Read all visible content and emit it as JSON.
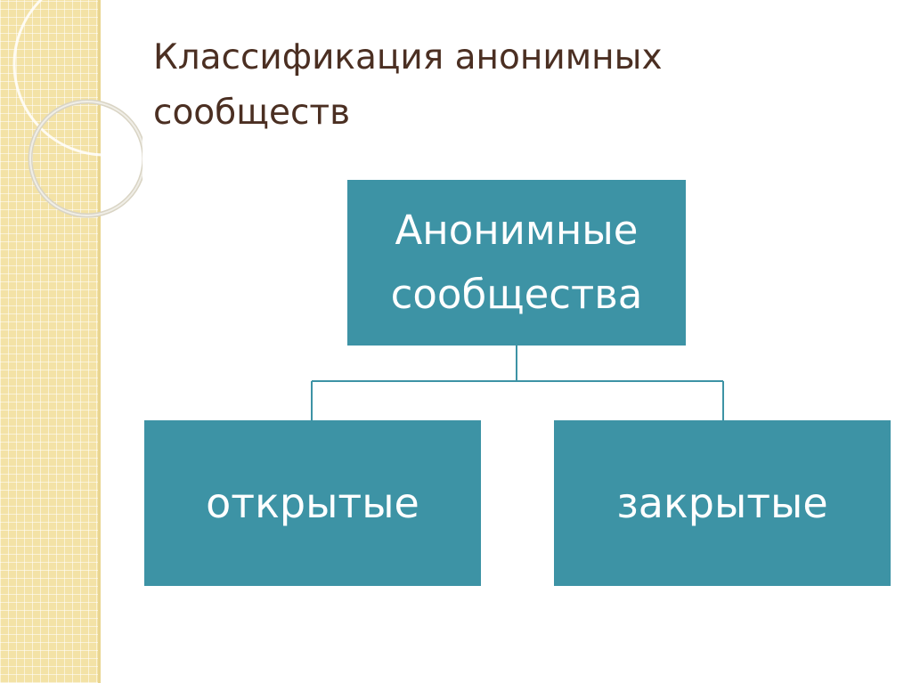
{
  "slide": {
    "title": "Классификация анонимных\nсообществ"
  },
  "diagram": {
    "root": {
      "label": "Анонимные\nсообщества"
    },
    "children": [
      {
        "label": "открытые"
      },
      {
        "label": "закрытые"
      }
    ]
  },
  "colors": {
    "node_fill": "#3d93a5",
    "title_text": "#4b2f22",
    "side_band": "#f3e2a6",
    "connector": "#3d93a5"
  }
}
